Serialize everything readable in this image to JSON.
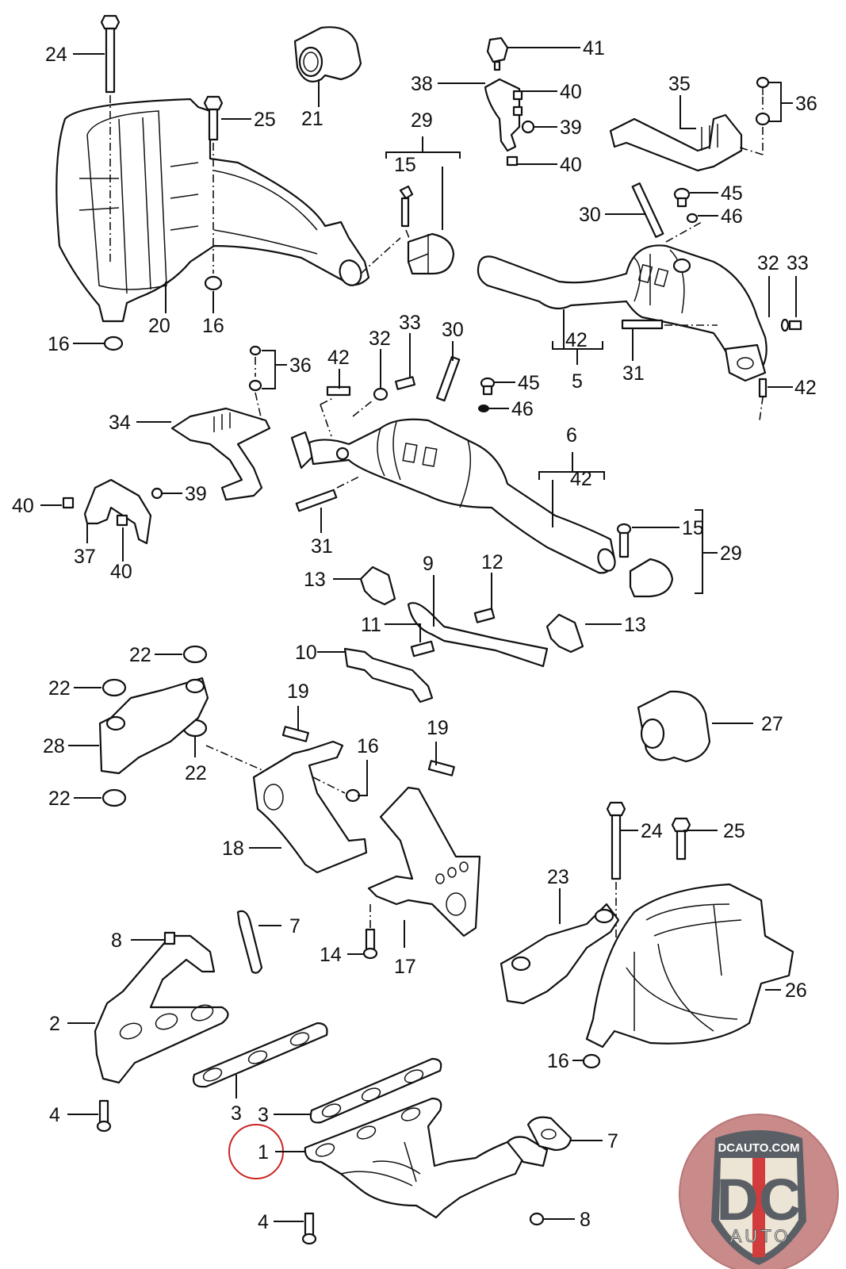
{
  "diagram": {
    "title": "Exhaust system exploded parts diagram",
    "callouts": [
      {
        "id": "1",
        "part": "exhaust-manifold-right",
        "highlighted": true
      },
      {
        "id": "2",
        "part": "exhaust-manifold-left"
      },
      {
        "id": "3",
        "part": "manifold-gasket"
      },
      {
        "id": "4",
        "part": "manifold-bolt"
      },
      {
        "id": "5",
        "part": "front-pipe-catalytic-converter-right"
      },
      {
        "id": "6",
        "part": "front-pipe-catalytic-converter-left"
      },
      {
        "id": "7",
        "part": "flange-gasket"
      },
      {
        "id": "8",
        "part": "flange-nut"
      },
      {
        "id": "9",
        "part": "crossmember-bracket"
      },
      {
        "id": "10",
        "part": "bracket-plate"
      },
      {
        "id": "11",
        "part": "bracket-bolt"
      },
      {
        "id": "12",
        "part": "bracket-bolt"
      },
      {
        "id": "13",
        "part": "hose-clamp"
      },
      {
        "id": "14",
        "part": "bolt"
      },
      {
        "id": "15",
        "part": "clamp-bolt"
      },
      {
        "id": "16",
        "part": "nut"
      },
      {
        "id": "17",
        "part": "support-bracket-right"
      },
      {
        "id": "18",
        "part": "support-bracket-left"
      },
      {
        "id": "19",
        "part": "bolt"
      },
      {
        "id": "20",
        "part": "rear-muffler-left"
      },
      {
        "id": "21",
        "part": "tailpipe-left"
      },
      {
        "id": "22",
        "part": "rubber-bushing"
      },
      {
        "id": "23",
        "part": "muffler-hanger-right"
      },
      {
        "id": "24",
        "part": "long-bolt"
      },
      {
        "id": "25",
        "part": "bolt"
      },
      {
        "id": "26",
        "part": "rear-muffler-right"
      },
      {
        "id": "27",
        "part": "tailpipe-right"
      },
      {
        "id": "28",
        "part": "muffler-hanger-left"
      },
      {
        "id": "29",
        "part": "clamp-assembly"
      },
      {
        "id": "30",
        "part": "oxygen-sensor-stud"
      },
      {
        "id": "31",
        "part": "stud"
      },
      {
        "id": "32",
        "part": "washer"
      },
      {
        "id": "33",
        "part": "screw"
      },
      {
        "id": "34",
        "part": "heat-shield-bracket-left"
      },
      {
        "id": "35",
        "part": "heat-shield-bracket-right"
      },
      {
        "id": "36",
        "part": "screw-set"
      },
      {
        "id": "37",
        "part": "sensor-bracket"
      },
      {
        "id": "38",
        "part": "sensor-bracket"
      },
      {
        "id": "39",
        "part": "grommet"
      },
      {
        "id": "40",
        "part": "clip"
      },
      {
        "id": "41",
        "part": "connector"
      },
      {
        "id": "42",
        "part": "stud-bolt"
      },
      {
        "id": "45",
        "part": "plug"
      },
      {
        "id": "46",
        "part": "seal-ring"
      }
    ],
    "labels": {
      "l24a": "24",
      "l25a": "25",
      "l21": "21",
      "l20": "20",
      "l16a": "16",
      "l16b": "16",
      "l29a": "29",
      "l15a": "15",
      "l38": "38",
      "l41": "41",
      "l40a": "40",
      "l39a": "39",
      "l40b": "40",
      "l35": "35",
      "l36a": "36",
      "l30a": "30",
      "l45a": "45",
      "l46a": "46",
      "l32a": "32",
      "l33a": "33",
      "l42a": "42",
      "l5": "5",
      "l31a": "31",
      "l42b": "42",
      "l36b": "36",
      "l34": "34",
      "l42c": "42",
      "l32b": "32",
      "l33b": "33",
      "l30b": "30",
      "l45b": "45",
      "l46b": "46",
      "l6": "6",
      "l42d": "42",
      "l40c": "40",
      "l39b": "39",
      "l37": "37",
      "l40d": "40",
      "l31b": "31",
      "l13a": "13",
      "l9": "9",
      "l12": "12",
      "l15b": "15",
      "l29b": "29",
      "l11": "11",
      "l10": "10",
      "l13b": "13",
      "l22a": "22",
      "l22b": "22",
      "l28": "28",
      "l22c": "22",
      "l22d": "22",
      "l19a": "19",
      "l16c": "16",
      "l19b": "19",
      "l27": "27",
      "l18": "18",
      "l24b": "24",
      "l25b": "25",
      "l23": "23",
      "l8a": "8",
      "l7a": "7",
      "l14": "14",
      "l17": "17",
      "l2": "2",
      "l26": "26",
      "l16d": "16",
      "l3a": "3",
      "l4a": "4",
      "l3b": "3",
      "l1": "1",
      "l7b": "7",
      "l4b": "4",
      "l8b": "8"
    }
  },
  "logo": {
    "url_text": "DCAUTO.COM",
    "brand_text": "DC",
    "sub_text": "AUTO",
    "colors": {
      "shield_gray": "#5a5f66",
      "stripe_red": "#d23c3c",
      "cream": "#ece4d4",
      "badge_bg": "#c98a8a"
    }
  }
}
